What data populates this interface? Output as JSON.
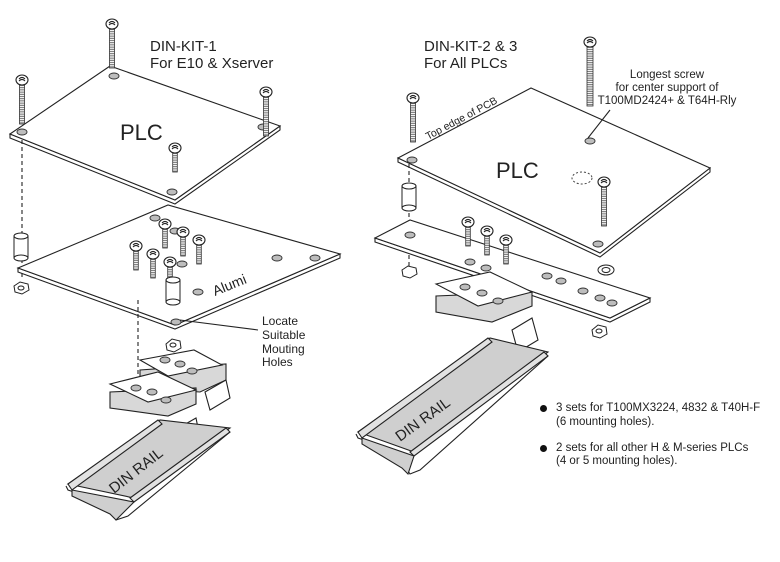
{
  "left_kit": {
    "title_line1": "DIN-KIT-1",
    "title_line2": "For E10 & Xserver",
    "plc_label": "PLC",
    "aluminum_label": "Alumi",
    "locate_callout": [
      "Locate",
      "Suitable",
      "Mouting",
      "Holes"
    ],
    "rail_label": "DIN RAIL"
  },
  "right_kit": {
    "title_line1": "DIN-KIT-2 & 3",
    "title_line2": "For All PLCs",
    "plc_label": "PLC",
    "top_edge_label": "Top edge of PCB",
    "screw_callout": [
      "Longest screw",
      "for center support of",
      "T100MD2424+ & T64H-Rly"
    ],
    "rail_label": "DIN RAIL"
  },
  "notes": [
    {
      "line1": "3 sets for T100MX3224, 4832 & T40H-F",
      "line2": "(6 mounting holes)."
    },
    {
      "line1": "2 sets for all other H & M-series PLCs",
      "line2": "(4 or 5 mounting holes)."
    }
  ]
}
